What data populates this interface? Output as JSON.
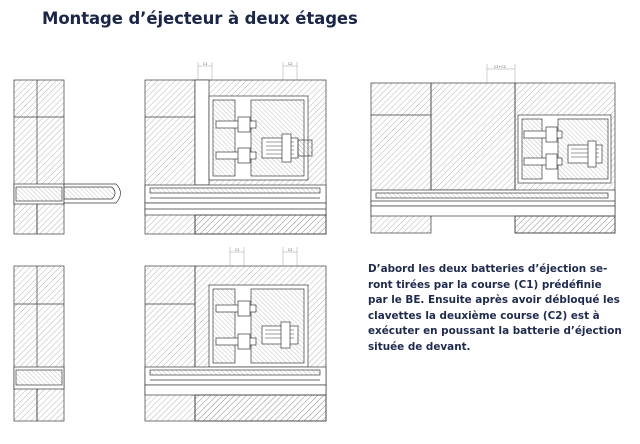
{
  "title": "Montage d’éjecteur à deux étages",
  "description_lines": [
    "D’abord les deux batteries d’éjection se-",
    "ront tirées par la course (C1) prédéfinie",
    "par le BE. Ensuite après avoir débloqué les",
    "clavettes la deuxième course (C2) est à",
    "exécuter en poussant la batterie d’éjection",
    "située de devant."
  ],
  "dimension_labels": {
    "c1_top": "C1",
    "c2_top": "C2",
    "c1_plus_c2": "C1+C2",
    "c1_bottom": "C1",
    "c2_bottom": "C2"
  },
  "colors": {
    "title": "#1b2547",
    "text": "#1f2a4d",
    "line": "#3a3a3a",
    "hatch": "#7a7a7a"
  }
}
